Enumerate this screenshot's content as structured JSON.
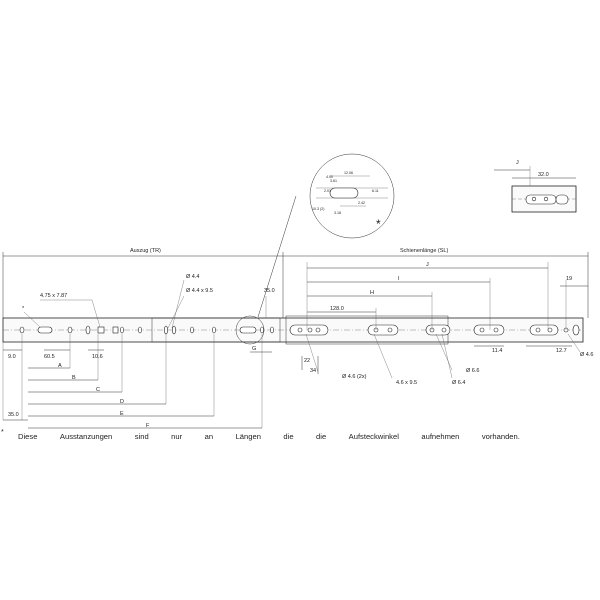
{
  "labels": {
    "auszug": "Auszug (TR)",
    "schienenlaenge": "Schienenlänge (SL)",
    "slot_size": "4.75 x 7.87",
    "hole_44": "Ø 4.4",
    "hole_44x95": "Ø 4.4 x 9.5",
    "left_9": "9.0",
    "left_605": "60.5",
    "left_106": "10.6",
    "left_35a": "35.0",
    "mid_35": "35.0",
    "letter_a": "A",
    "letter_b": "B",
    "letter_c": "C",
    "letter_d": "D",
    "letter_e": "E",
    "letter_f": "F",
    "letter_g": "G",
    "letter_h": "H",
    "letter_i": "I",
    "letter_j": "J",
    "r_1280": "128.0",
    "r_19": "19",
    "r_114": "11.4",
    "r_127": "12.7",
    "r_22": "22",
    "r_34": "34",
    "r_hole46_2x": "Ø 4.6 (2x)",
    "r_46x95": "4.6 x 9.5",
    "r_hole66": "Ø 6.6",
    "r_hole64": "Ø 6.4",
    "r_hole46": "Ø 4.6",
    "detail_j": "J",
    "detail_320": "32.0",
    "star": "*",
    "det_1": "12.06",
    "det_2": "3.61",
    "det_3": "6.11",
    "det_4": "2.01",
    "det_5": "10.3 (2)",
    "det_6": "3.18",
    "det_7": "2.42",
    "det_8": "4.00"
  },
  "footnote": {
    "marker": "*",
    "words": [
      "Diese",
      "Ausstanzungen",
      "sind",
      "nur",
      "an",
      "Längen",
      "die",
      "die",
      "Aufsteckwinkel",
      "aufnehmen",
      "vorhanden."
    ]
  }
}
